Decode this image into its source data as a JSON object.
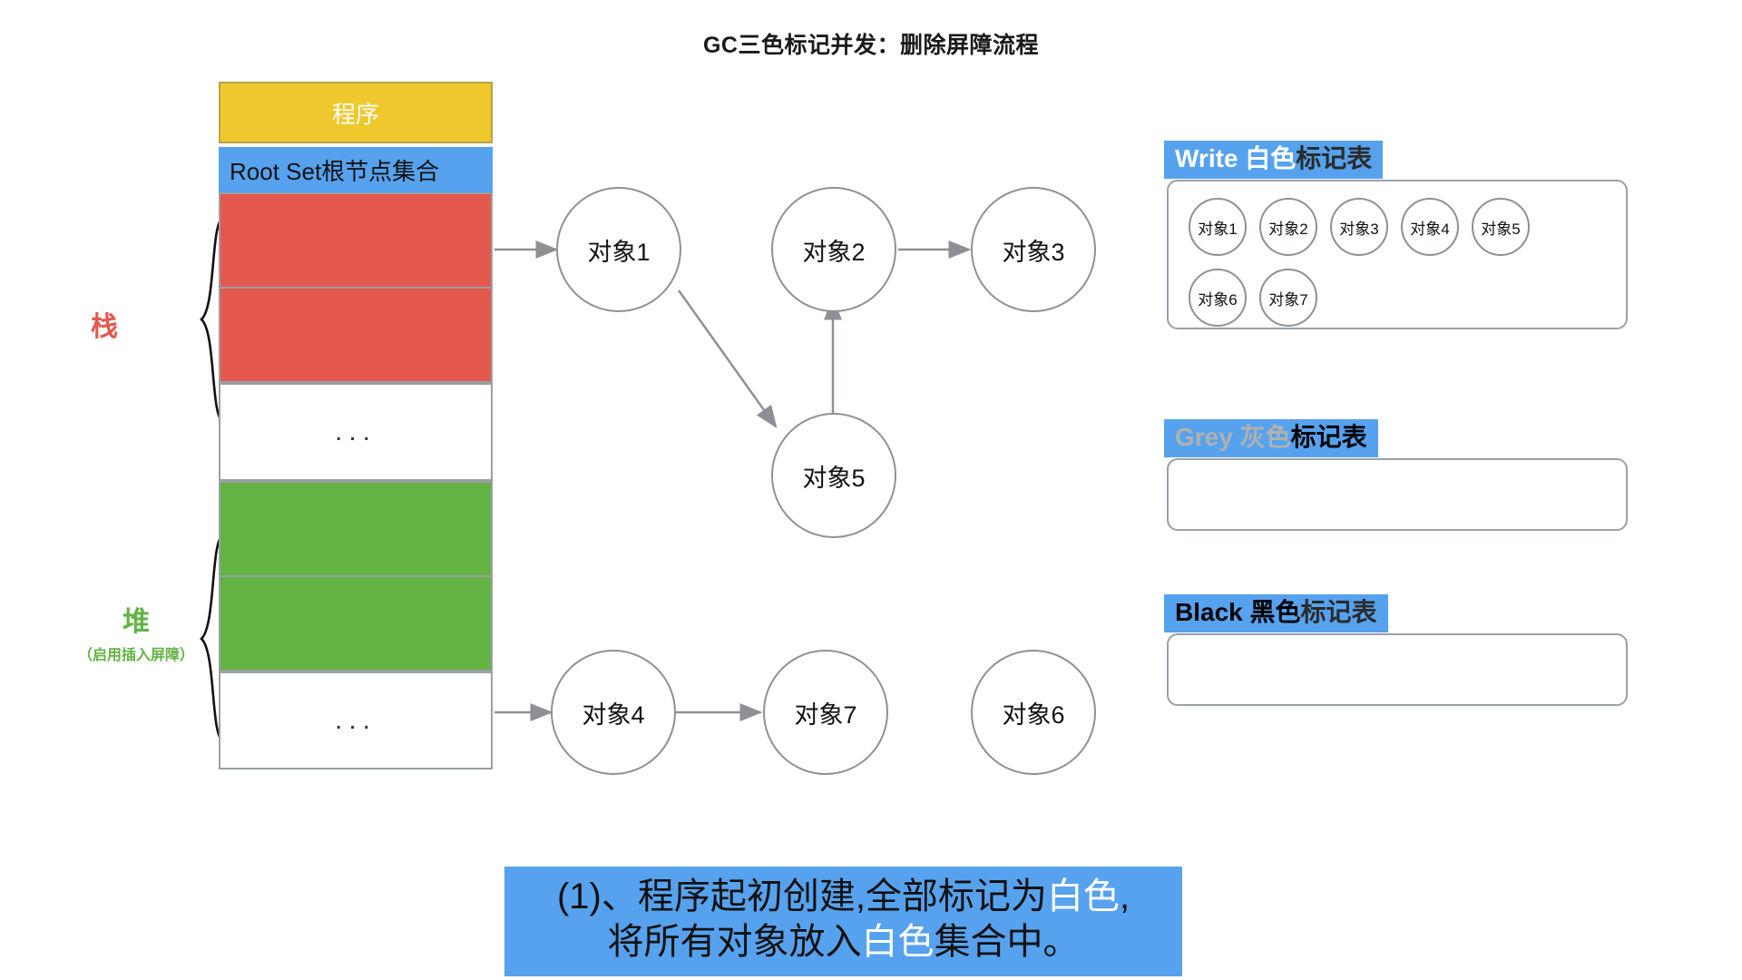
{
  "title": "GC三色标记并发：删除屏障流程",
  "memory": {
    "program_label": "程序",
    "rootset_label": "Root Set根节点集合",
    "ellipsis": "...",
    "stack_label": "栈",
    "heap_label": "堆",
    "heap_sublabel": "（启用插入屏障）"
  },
  "graph": {
    "nodes": [
      {
        "id": "obj1",
        "label": "对象1"
      },
      {
        "id": "obj2",
        "label": "对象2"
      },
      {
        "id": "obj3",
        "label": "对象3"
      },
      {
        "id": "obj5",
        "label": "对象5"
      },
      {
        "id": "obj4",
        "label": "对象4"
      },
      {
        "id": "obj7",
        "label": "对象7"
      },
      {
        "id": "obj6",
        "label": "对象6"
      }
    ]
  },
  "tables": [
    {
      "id": "white",
      "header_en": "Write ",
      "header_color": "白色",
      "header_tail": "标记表",
      "rows": [
        [
          "对象1",
          "对象2",
          "对象3",
          "对象4",
          "对象5"
        ],
        [
          "对象6",
          "对象7"
        ]
      ]
    },
    {
      "id": "grey",
      "header_en": "Grey ",
      "header_color": "灰色",
      "header_tail": "标记表",
      "rows": []
    },
    {
      "id": "black",
      "header_en": "Black ",
      "header_color": "黑色",
      "header_tail": "标记表",
      "rows": []
    }
  ],
  "caption": {
    "line1_a": "(1)、程序起初创建,全部标记为",
    "line1_hl": "白色",
    "line1_b": ",",
    "line2_a": "将所有对象放入",
    "line2_hl": "白色",
    "line2_b": "集合中。"
  },
  "colors": {
    "blue": "#56a2ee",
    "yellow": "#efc82d",
    "red": "#e5584e",
    "green": "#63b344",
    "stroke": "#8d9196"
  }
}
